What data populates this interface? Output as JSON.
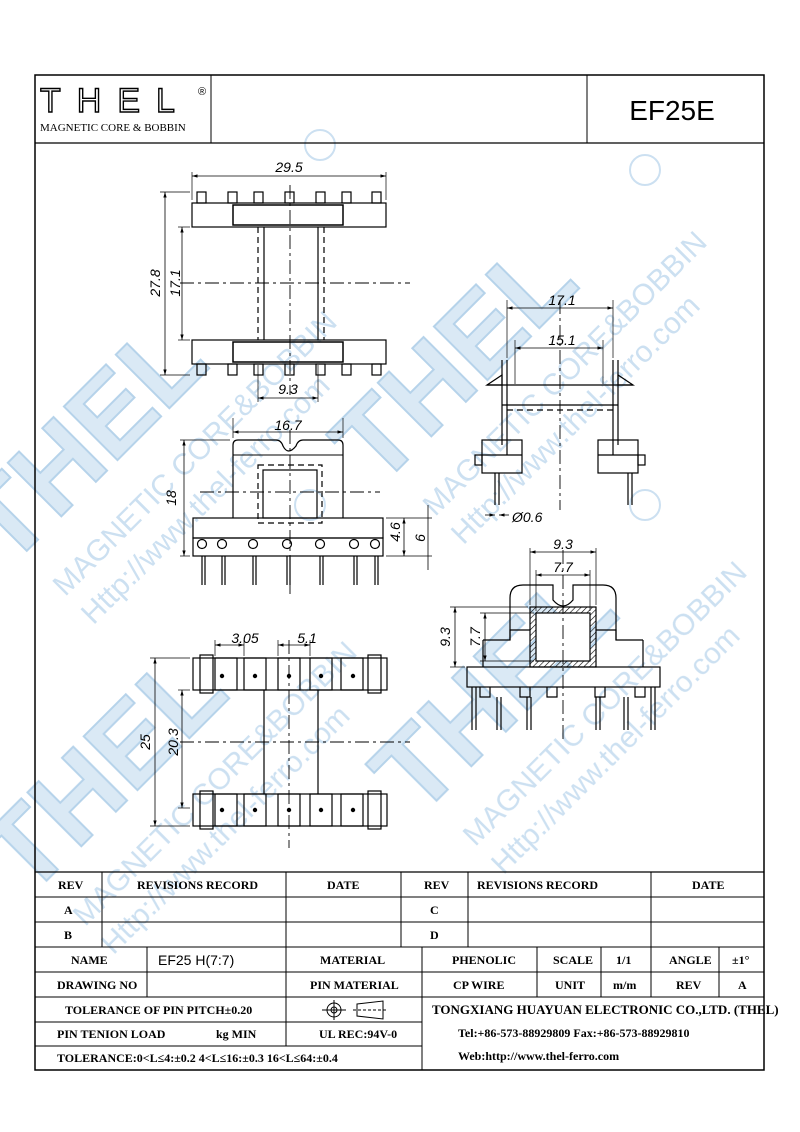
{
  "header": {
    "logo_text": "THEL",
    "logo_sub": "MAGNETIC CORE & BOBBIN",
    "registered": "®",
    "part_title": "EF25E"
  },
  "watermark": {
    "brand": "THEL",
    "line1": "MAGNETIC CORE&BOBBIN",
    "line2": "Http://www.thel-ferro.com"
  },
  "dimensions": {
    "top_width": "29.5",
    "top_height": "27.8",
    "top_inner": "17.1",
    "top_core": "9.3",
    "front_width": "16.7",
    "front_height": "18",
    "front_pin": "4.6",
    "front_total": "6",
    "side_outer": "17.1",
    "side_inner": "15.1",
    "side_pin_dia": "Ø0.6",
    "end_width": "9.3",
    "end_inner": "7.7",
    "end_height": "9.3",
    "end_inner_h": "7.7",
    "bottom_pitch": "3.05",
    "bottom_span": "5.1",
    "bottom_height": "25",
    "bottom_inner": "20.3"
  },
  "title_block": {
    "rev_header": "REV",
    "revisions_header": "REVISIONS RECORD",
    "date_header": "DATE",
    "rev_a": "A",
    "rev_b": "B",
    "rev_c": "C",
    "rev_d": "D",
    "name_label": "NAME",
    "name_value": "EF25 H(7:7)",
    "material_label": "MATERIAL",
    "material_value": "PHENOLIC",
    "scale_label": "SCALE",
    "scale_value": "1/1",
    "angle_label": "ANGLE",
    "angle_value": "±1°",
    "drawing_no_label": "DRAWING NO",
    "pin_material_label": "PIN MATERIAL",
    "pin_material_value": "CP WIRE",
    "unit_label": "UNIT",
    "unit_value": "m/m",
    "rev_label": "REV",
    "rev_value": "A",
    "tolerance_pitch": "TOLERANCE OF PIN PITCH±0.20",
    "company": "TONGXIANG HUAYUAN ELECTRONIC CO.,LTD. (THEL)",
    "pin_tension_label": "PIN TENION LOAD",
    "pin_tension_unit": "kg MIN",
    "ul_rec": "UL REC:94V-0",
    "tel_fax": "Tel:+86-573-88929809 Fax:+86-573-88929810",
    "tolerance_general": "TOLERANCE:0<L≤4:±0.2  4<L≤16:±0.3  16<L≤64:±0.4",
    "web": "Web:http://www.thel-ferro.com"
  }
}
